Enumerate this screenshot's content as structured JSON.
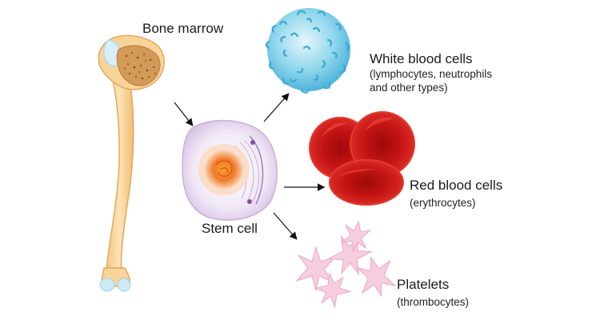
{
  "labels": {
    "bone_marrow": "Bone marrow",
    "stem_cell": "Stem cell",
    "white_blood_cells": "White blood cells",
    "white_blood_cells_detail_line1": "(lymphocytes, neutrophils",
    "white_blood_cells_detail_line2": "and other types)",
    "red_blood_cells": "Red blood cells",
    "red_blood_cells_detail": "(erythrocytes)",
    "platelets": "Platelets",
    "platelets_detail": "(thrombocytes)"
  },
  "colors": {
    "bone": "#f8cf8f",
    "bone_outline": "#e2a85c",
    "marrow": "#c98a4a",
    "joint": "#bfe6f2",
    "stem_cell_body": "#efe5f4",
    "stem_cell_nucleus": "#f07c2a",
    "white_cell": "#7fcfe9",
    "red_cell": "#d41b1b",
    "platelet": "#f5c8d8",
    "arrow": "#111111"
  }
}
